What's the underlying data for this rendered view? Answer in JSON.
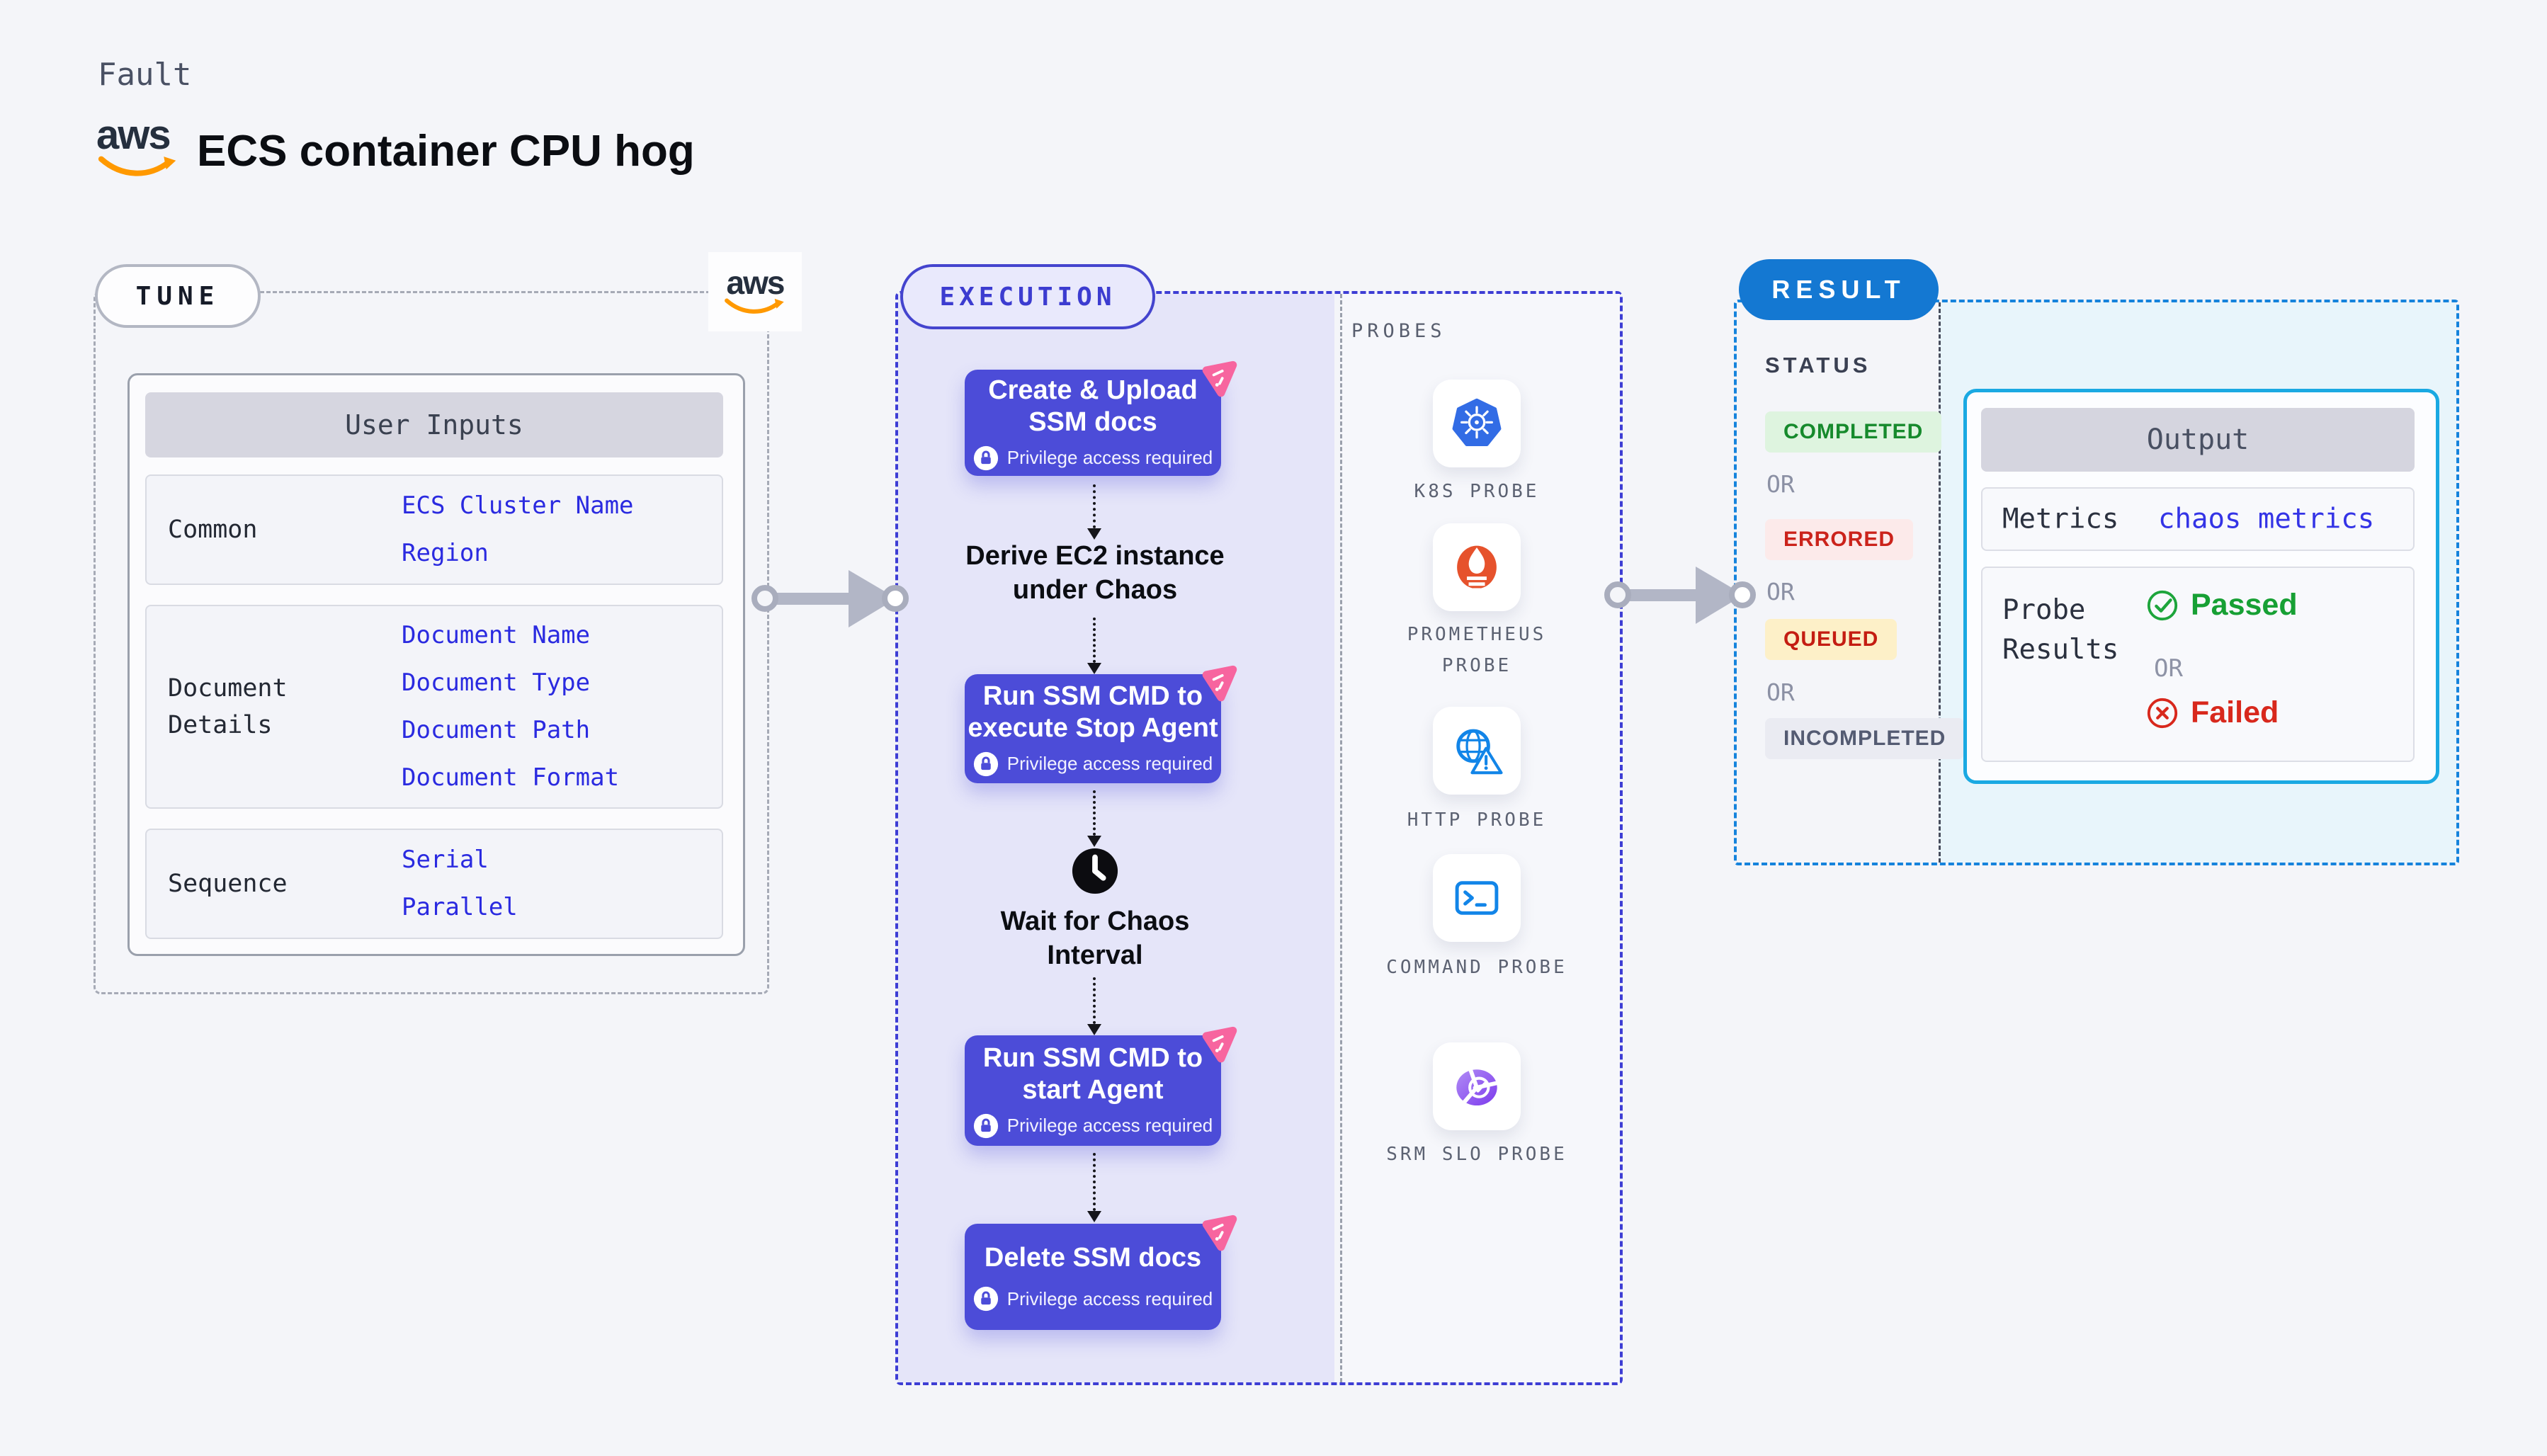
{
  "header": {
    "kicker": "Fault",
    "title": "ECS container CPU hog",
    "brand": "aws"
  },
  "tune": {
    "label": "TUNE",
    "card_title": "User Inputs",
    "rows": [
      {
        "label": "Common",
        "links": [
          "ECS Cluster Name",
          "Region"
        ]
      },
      {
        "label": "Document Details",
        "links": [
          "Document Name",
          "Document Type",
          "Document Path",
          "Document Format"
        ]
      },
      {
        "label": "Sequence",
        "links": [
          "Serial",
          "Parallel"
        ]
      }
    ]
  },
  "execution": {
    "label": "EXECUTION",
    "privilege_note": "Privilege access required",
    "step1": {
      "line1": "Create & Upload",
      "line2": "SSM docs"
    },
    "step2": {
      "line1": "Derive EC2 instance",
      "line2": "under Chaos"
    },
    "step3": {
      "line1": "Run SSM CMD to",
      "line2": "execute Stop Agent"
    },
    "step4": {
      "line1": "Wait for Chaos",
      "line2": "Interval"
    },
    "step5": {
      "line1": "Run SSM CMD to",
      "line2": "start Agent"
    },
    "step6": {
      "line1": "Delete SSM docs"
    },
    "probes": {
      "label": "PROBES",
      "items": [
        "K8S PROBE",
        "PROMETHEUS PROBE",
        "HTTP PROBE",
        "COMMAND PROBE",
        "SRM SLO PROBE"
      ]
    }
  },
  "result": {
    "label": "RESULT",
    "status": {
      "label": "STATUS",
      "or": "OR",
      "completed": "COMPLETED",
      "errored": "ERRORED",
      "queued": "QUEUED",
      "incompleted": "INCOMPLETED"
    },
    "output": {
      "title": "Output",
      "metrics_label": "Metrics",
      "metrics_link": "chaos metrics",
      "probe_results_label": "Probe Results",
      "passed": "Passed",
      "or": "OR",
      "failed": "Failed"
    }
  },
  "colors": {
    "page_bg": "#f4f5f9",
    "node_purple": "#4c4cd8",
    "lavender_panel": "#e5e5f9",
    "execution_accent": "#4444ce",
    "link_blue": "#2a2ae0",
    "chaos_pink": "#f7659f",
    "result_blue": "#1478d2",
    "result_dash_blue": "#1583dc",
    "cyan_panel": "#e8f5fb",
    "output_border": "#1aa9e2",
    "passed_green": "#17a034",
    "failed_red": "#d8281c",
    "completed_bg": "#def4df",
    "completed_text": "#168a2c",
    "errored_bg": "#fceaea",
    "errored_text": "#cb231b",
    "queued_bg": "#fdf0c8",
    "queued_text": "#c41d12",
    "incompleted_bg": "#eaebf2",
    "incompleted_text": "#545b72",
    "aws_orange": "#ff9900",
    "arrow_gray": "#b2b6c6",
    "k8s_blue": "#326ce5",
    "prometheus_orange": "#e6522c",
    "http_blue": "#1285e8",
    "srm_purple": "#8b5cf6"
  }
}
